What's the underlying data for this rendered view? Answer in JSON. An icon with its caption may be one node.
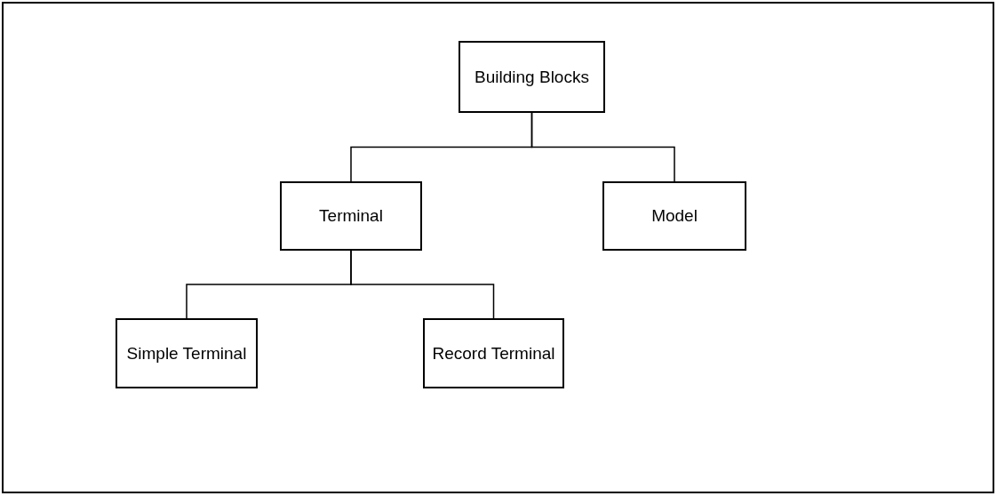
{
  "diagram": {
    "nodes": [
      {
        "text": [
          "Building Blocks"
        ]
      },
      {
        "text": [
          "Terminal"
        ]
      },
      {
        "text": [
          "Model"
        ]
      },
      {
        "text": [
          "Simple Terminal"
        ]
      },
      {
        "text": [
          "Record Terminal"
        ]
      }
    ],
    "edges": [
      {
        "from": 0,
        "to": 1,
        "arrow": "none"
      },
      {
        "from": 0,
        "to": 2,
        "arrow": "none"
      },
      {
        "from": 1,
        "to": 3,
        "arrow": "none"
      },
      {
        "from": 1,
        "to": 4,
        "arrow": "none"
      }
    ]
  }
}
